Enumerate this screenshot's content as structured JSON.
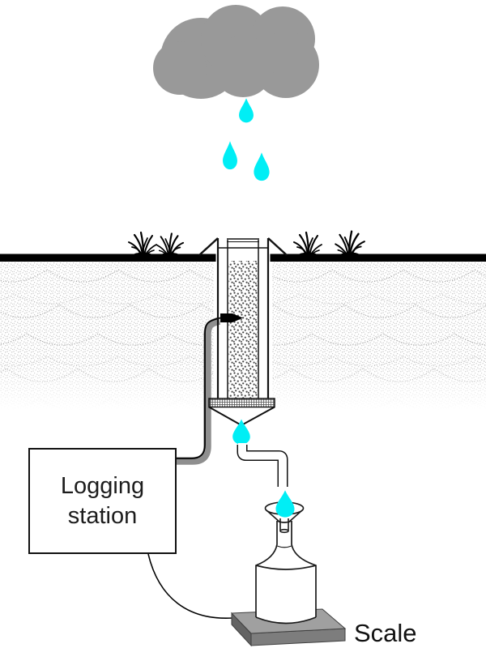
{
  "diagram": {
    "labels": {
      "logging_station_line1": "Logging",
      "logging_station_line2": "station",
      "scale": "Scale"
    },
    "colors": {
      "background": "#ffffff",
      "cloud": "#999999",
      "rain": "#00eef5",
      "ground_band": "#000000",
      "soil_stipple": "#b5b5b5",
      "soil_arcs": "#9c9c9c",
      "column_outline": "#111111",
      "gravel_dots": "#3f3f3f",
      "cable_sheath": "#8f8f8f",
      "wire": "#000000",
      "scale_top": "#a0a0a0",
      "scale_front": "#7d7d7d",
      "scale_side": "#636363",
      "label_text": "#1c1c1c"
    },
    "icons": [
      {
        "name": "rain-cloud-icon"
      },
      {
        "name": "raindrop-icon"
      },
      {
        "name": "grass-tuft-icon"
      },
      {
        "name": "soil-column-icon"
      },
      {
        "name": "moisture-probe-icon"
      },
      {
        "name": "filter-mesh-icon"
      },
      {
        "name": "drainage-pipe-icon"
      },
      {
        "name": "collection-funnel-icon"
      },
      {
        "name": "collection-bottle-icon"
      },
      {
        "name": "scale-platform-icon"
      }
    ]
  }
}
